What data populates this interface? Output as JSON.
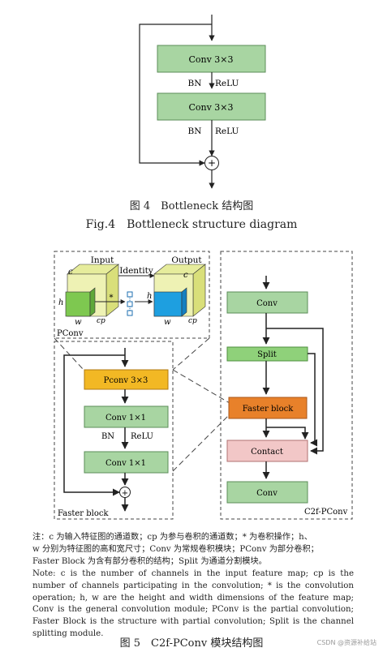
{
  "fig4": {
    "top_conv": "Conv 3×3",
    "bottom_conv": "Conv 3×3",
    "bn_1": "BN",
    "relu_1": "ReLU",
    "bn_2": "BN",
    "relu_2": "ReLU",
    "add_symbol": "+",
    "caption_cn": "图 4　Bottleneck 结构图",
    "caption_en": "Fig.4　Bottleneck structure diagram"
  },
  "pconv": {
    "input_label": "Input",
    "output_label": "Output",
    "identity_label": "Identity",
    "conv_op": "*",
    "c_in": "c",
    "c_out": "c",
    "h_in": "h",
    "h_out": "h",
    "w_in": "w",
    "w_out": "w",
    "cp_in": "cp",
    "cp_out": "cp",
    "panel_label": "PConv"
  },
  "faster_block": {
    "pconv_box": "Pconv 3×3",
    "conv1": "Conv 1×1",
    "conv2": "Conv 1×1",
    "bn": "BN",
    "relu": "ReLU",
    "add_symbol": "+",
    "panel_label": "Faster block"
  },
  "c2f": {
    "conv_top": "Conv",
    "split": "Split",
    "faster_block": "Faster block",
    "contact": "Contact",
    "conv_bottom": "Conv",
    "panel_label": "C2f-PConv"
  },
  "note_cn_1": "注：c 为输入特征图的通道数；cp 为参与卷积的通道数；* 为卷积操作；h、",
  "note_cn_2": "w 分别为特征图的高和宽尺寸；Conv 为常规卷积模块；PConv 为部分卷积；",
  "note_cn_3": "Faster Block 为含有部分卷积的结构；Split 为通道分割模块。",
  "note_en": "Note: c is the number of channels in the input feature map; cp is the number of channels participating in the convolution; * is the convolution operation; h, w are the height and width dimensions of the feature map; Conv is the general convolution module; PConv is the partial convolution; Faster Block is the structure with partial convolution; Split is the channel splitting module.",
  "fig5_caption": "图 5　C2f-PConv 模块结构图",
  "watermark": "CSDN @资源补给站",
  "colors": {
    "green_box": "#a8d5a2",
    "green_border": "#5b8d58",
    "split_green": "#8fd17a",
    "orange": "#f2b824",
    "faster_orange": "#e8812a",
    "pink": "#f2c7c7",
    "cube_yellow": "#e6ec9c",
    "cube_green": "#7ec850",
    "cube_blue": "#1e9fe0"
  }
}
